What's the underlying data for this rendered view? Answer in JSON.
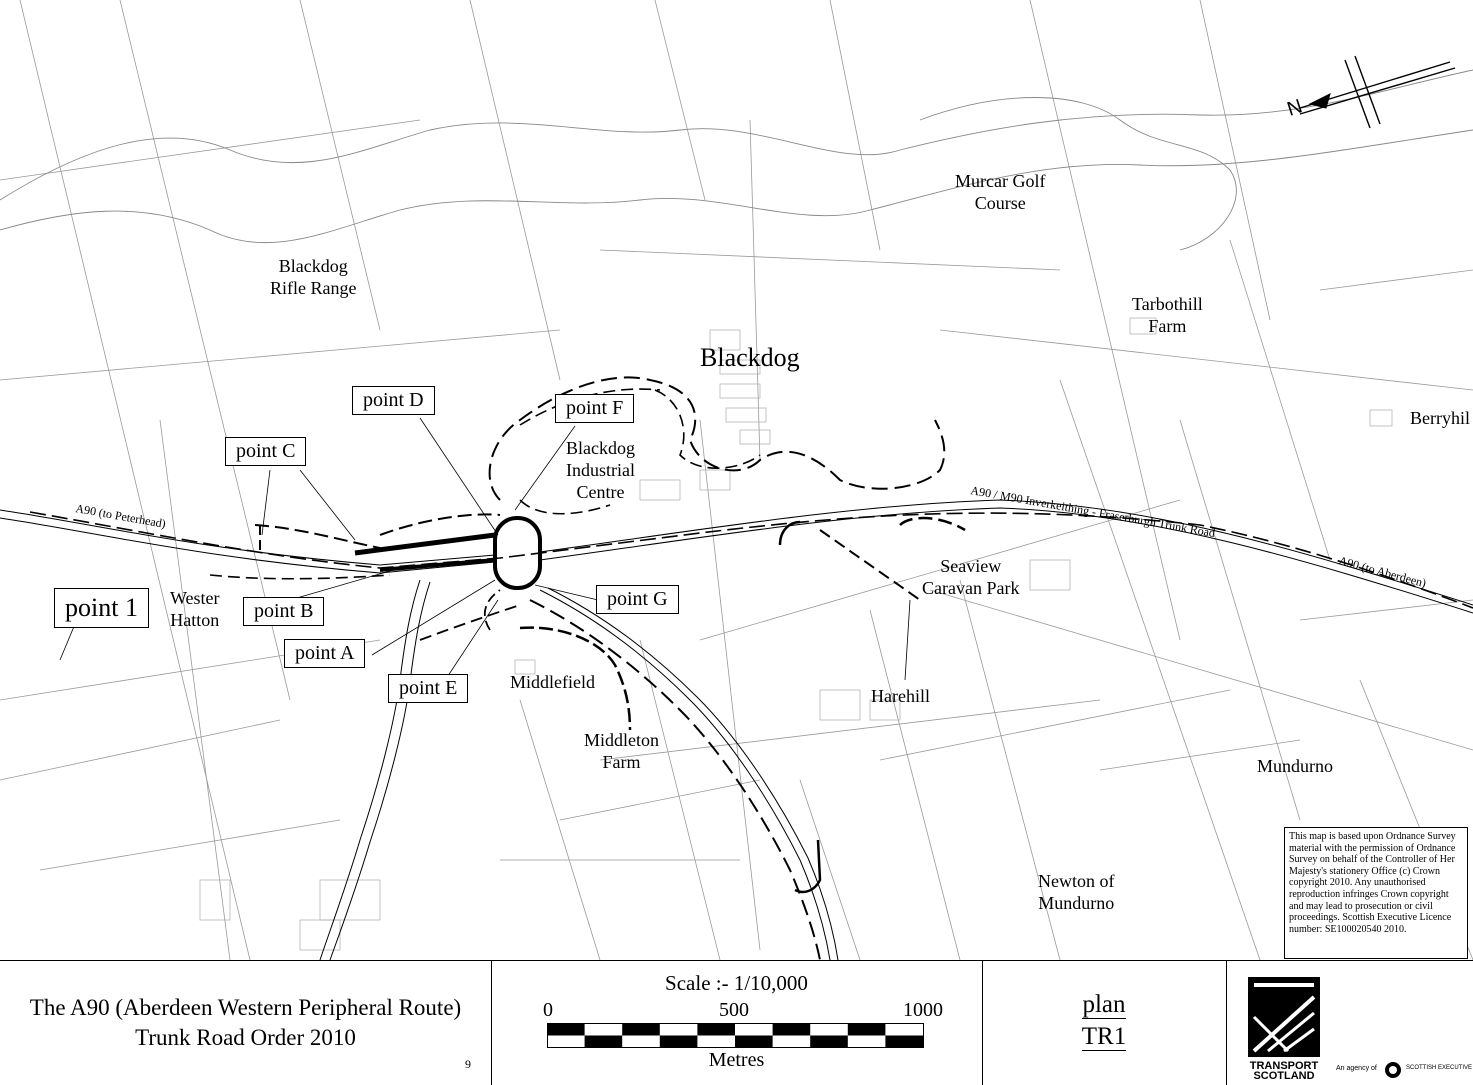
{
  "map": {
    "places": {
      "rifle_range": [
        "Blackdog",
        "Rifle Range"
      ],
      "murcar": [
        "Murcar Golf",
        "Course"
      ],
      "tarbothill": [
        "Tarbothill",
        "Farm"
      ],
      "blackdog": "Blackdog",
      "berryhill": "Berryhil",
      "industrial": [
        "Blackdog",
        "Industrial",
        "Centre"
      ],
      "seaview": [
        "Seaview",
        "Caravan Park"
      ],
      "wester_hatton": [
        "Wester",
        "Hatton"
      ],
      "middlefield": "Middlefield",
      "middleton": [
        "Middleton",
        "Farm"
      ],
      "harehill": "Harehill",
      "mundurno": "Mundurno",
      "newton": [
        "Newton of",
        "Mundurno"
      ]
    },
    "roads": {
      "a90_peterhead": "A90 (to Peterhead)",
      "a90_m90": "A90 / M90 Inverkeithing - Fraserburgh Trunk Road",
      "a90_aberdeen": "A90 (to Aberdeen)"
    },
    "points": {
      "point_1": "point 1",
      "point_a": "point A",
      "point_b": "point B",
      "point_c": "point C",
      "point_d": "point D",
      "point_e": "point E",
      "point_f": "point F",
      "point_g": "point G"
    },
    "north_letter": "N",
    "copyright": "This map is based upon Ordnance Survey material with the permission of Ordnance Survey on behalf of the Controller of Her Majesty's stationery Office (c) Crown copyright 2010. Any unauthorised reproduction infringes Crown copyright and may lead to prosecution or civil proceedings. Scottish Executive Licence number: SE100020540 2010."
  },
  "title_block": {
    "title_line1": "The A90 (Aberdeen Western Peripheral Route)",
    "title_line2": "Trunk Road Order 2010",
    "sheet_number": "9",
    "scale_label": "Scale :- 1/10,000",
    "scale_ticks": [
      "0",
      "500",
      "1000"
    ],
    "scale_unit": "Metres",
    "plan_label": "plan",
    "plan_id": "TR1",
    "logo_line1": "TRANSPORT",
    "logo_line2": "SCOTLAND",
    "agency_text": "An agency of",
    "exec_text": "SCOTTISH EXECUTIVE"
  }
}
